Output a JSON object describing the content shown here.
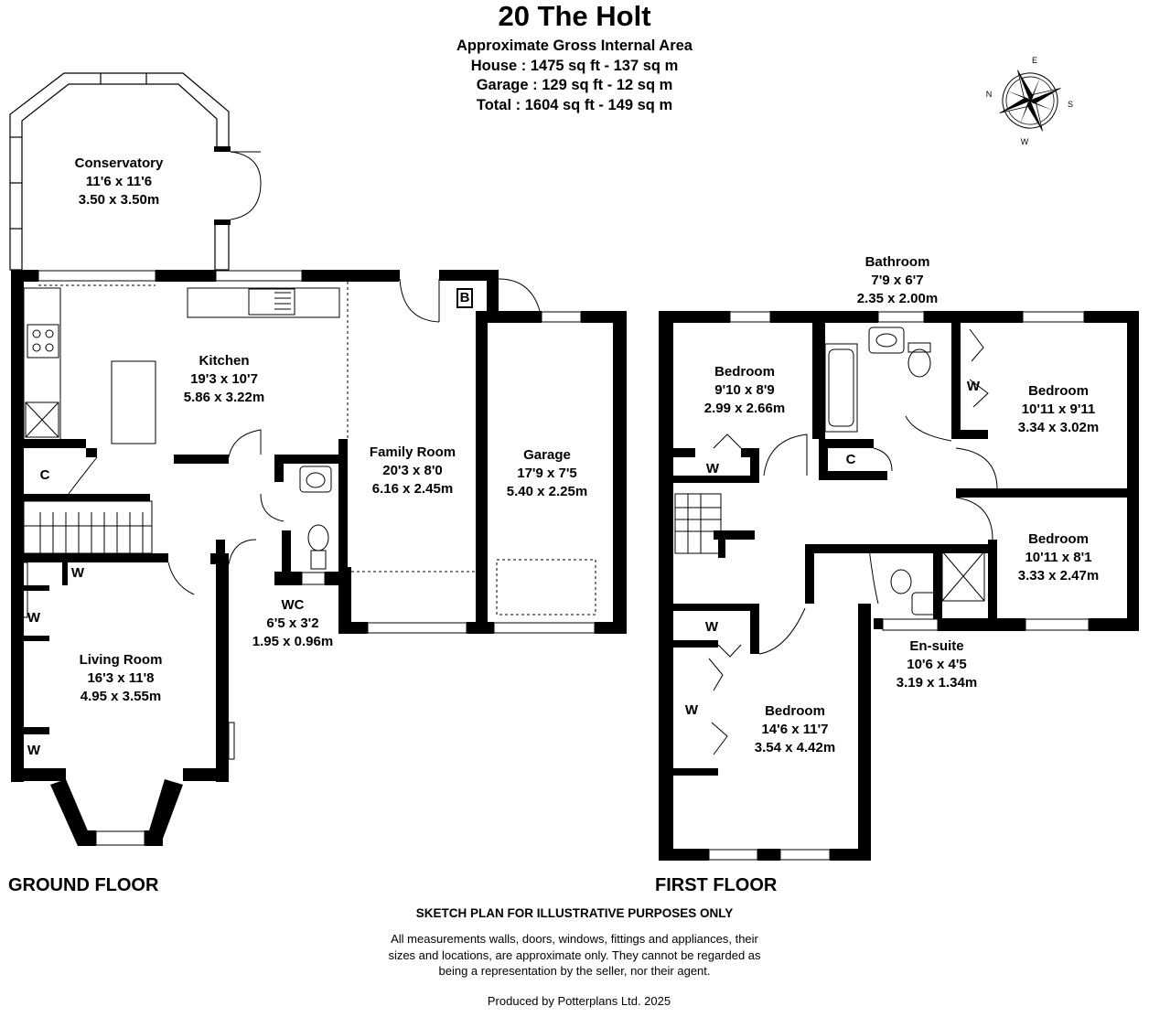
{
  "header": {
    "title": "20 The Holt",
    "area_heading": "Approximate Gross Internal Area",
    "house": "House : 1475 sq ft - 137 sq m",
    "garage": "Garage : 129 sq ft - 12 sq m",
    "total": "Total : 1604 sq ft - 149 sq m"
  },
  "compass": {
    "n": "N",
    "e": "E",
    "s": "S",
    "w": "W"
  },
  "ground_floor": {
    "label": "GROUND FLOOR",
    "rooms": {
      "conservatory": {
        "name": "Conservatory",
        "imperial": "11'6 x 11'6",
        "metric": "3.50 x 3.50m"
      },
      "kitchen": {
        "name": "Kitchen",
        "imperial": "19'3 x 10'7",
        "metric": "5.86 x 3.22m"
      },
      "family_room": {
        "name": "Family Room",
        "imperial": "20'3 x 8'0",
        "metric": "6.16 x 2.45m"
      },
      "garage": {
        "name": "Garage",
        "imperial": "17'9 x 7'5",
        "metric": "5.40 x 2.25m"
      },
      "wc": {
        "name": "WC",
        "imperial": "6'5 x 3'2",
        "metric": "1.95 x 0.96m"
      },
      "living_room": {
        "name": "Living Room",
        "imperial": "16'3 x 11'8",
        "metric": "4.95 x 3.55m"
      }
    },
    "cupboards": {
      "c": "C",
      "b": "B",
      "w1": "W",
      "w2": "W",
      "w3": "W"
    }
  },
  "first_floor": {
    "label": "FIRST FLOOR",
    "rooms": {
      "bathroom": {
        "name": "Bathroom",
        "imperial": "7'9 x 6'7",
        "metric": "2.35 x 2.00m"
      },
      "bedroom_1": {
        "name": "Bedroom",
        "imperial": "9'10 x 8'9",
        "metric": "2.99 x 2.66m"
      },
      "bedroom_2": {
        "name": "Bedroom",
        "imperial": "10'11 x 9'11",
        "metric": "3.34 x 3.02m"
      },
      "bedroom_3": {
        "name": "Bedroom",
        "imperial": "10'11 x 8'1",
        "metric": "3.33 x 2.47m"
      },
      "bedroom_4": {
        "name": "Bedroom",
        "imperial": "14'6 x 11'7",
        "metric": "3.54 x 4.42m"
      },
      "en_suite": {
        "name": "En-suite",
        "imperial": "10'6 x 4'5",
        "metric": "3.19 x 1.34m"
      }
    },
    "cupboards": {
      "c": "C",
      "w1": "W",
      "w2": "W",
      "w3": "W",
      "w4": "W"
    }
  },
  "footer": {
    "sketch_note": "SKETCH PLAN FOR ILLUSTRATIVE PURPOSES ONLY",
    "disclaimer_1": "All measurements walls, doors, windows, fittings and appliances, their",
    "disclaimer_2": "sizes and locations, are approximate only. They cannot be regarded as",
    "disclaimer_3": "being a representation by the seller, nor their agent.",
    "produced_by": "Produced by Potterplans Ltd. 2025"
  }
}
